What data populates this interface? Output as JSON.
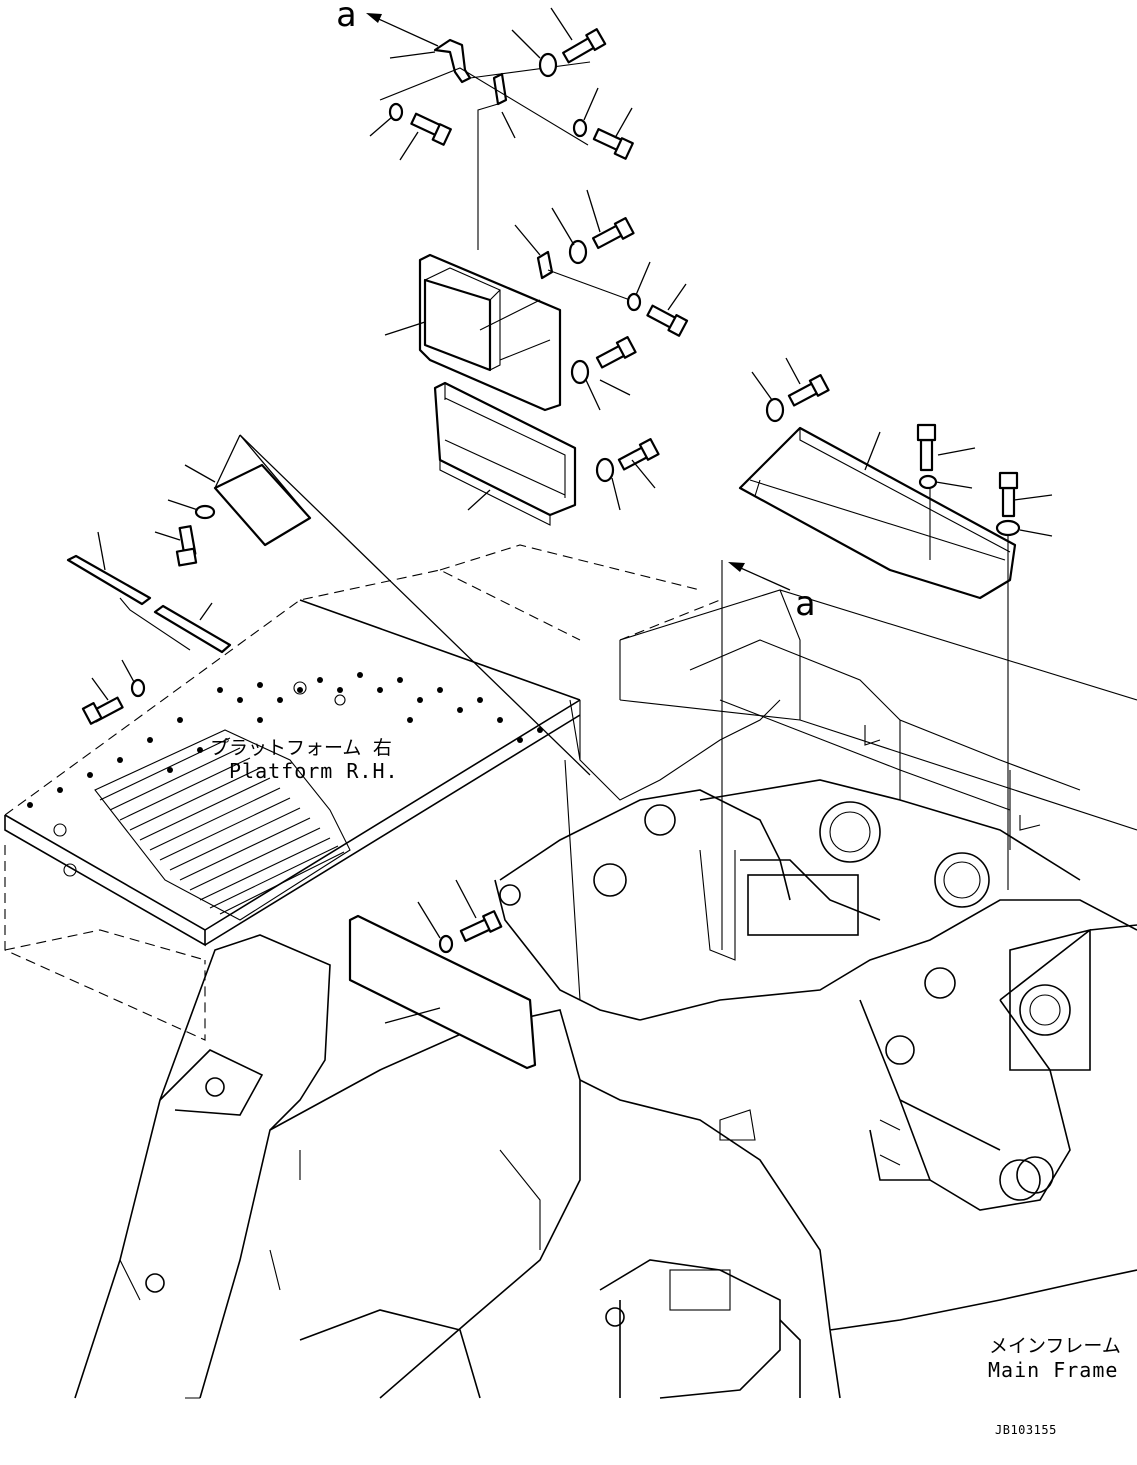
{
  "labels": {
    "view_mark_top": "a",
    "view_mark_right": "a",
    "platform_jp": "プラットフォーム 右",
    "platform_en": "Platform R.H.",
    "main_frame_jp": "メインフレーム",
    "main_frame_en": "Main Frame",
    "drawing_code": "JB103155"
  }
}
